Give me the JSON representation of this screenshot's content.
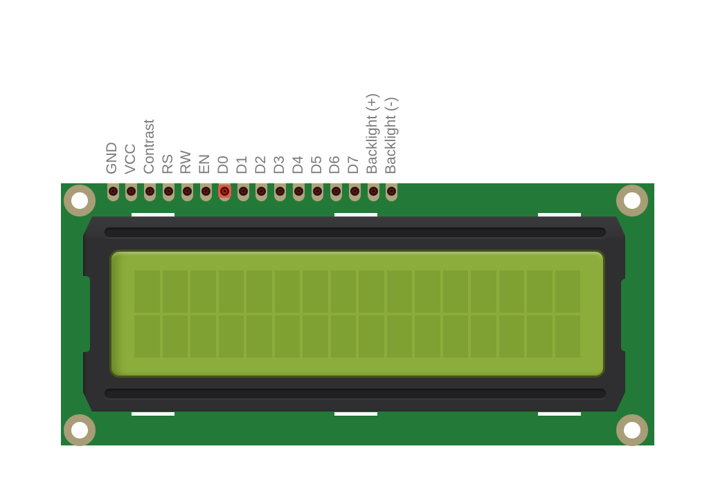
{
  "component": {
    "name": "16x2 LCD Display",
    "kind": "lcd-16x2"
  },
  "pins": {
    "count": 16,
    "labels": [
      "GND",
      "VCC",
      "Contrast",
      "RS",
      "RW",
      "EN",
      "D0",
      "D1",
      "D2",
      "D3",
      "D4",
      "D5",
      "D6",
      "D7",
      "Backlight (+)",
      "Backlight (-)"
    ],
    "highlighted": "D0"
  },
  "display": {
    "columns": 16,
    "rows": 2
  },
  "colors": {
    "pcb": "#237a38",
    "pad": "#b0a47e",
    "mount_hole_ring": "#a89d77",
    "pin_hole": "#7c130c",
    "pin_highlight": "#dd5c49",
    "pin_hole_highlighted": "#c0251a",
    "bezel": "#2f2f31",
    "bezel_slot": "#212123",
    "screen_background": "#8cad3b",
    "screen_cell": "#7fa133",
    "screen_border": "#46521a",
    "pin_label_text": "#7a7a7a",
    "silkscreen": "#ffffff"
  }
}
